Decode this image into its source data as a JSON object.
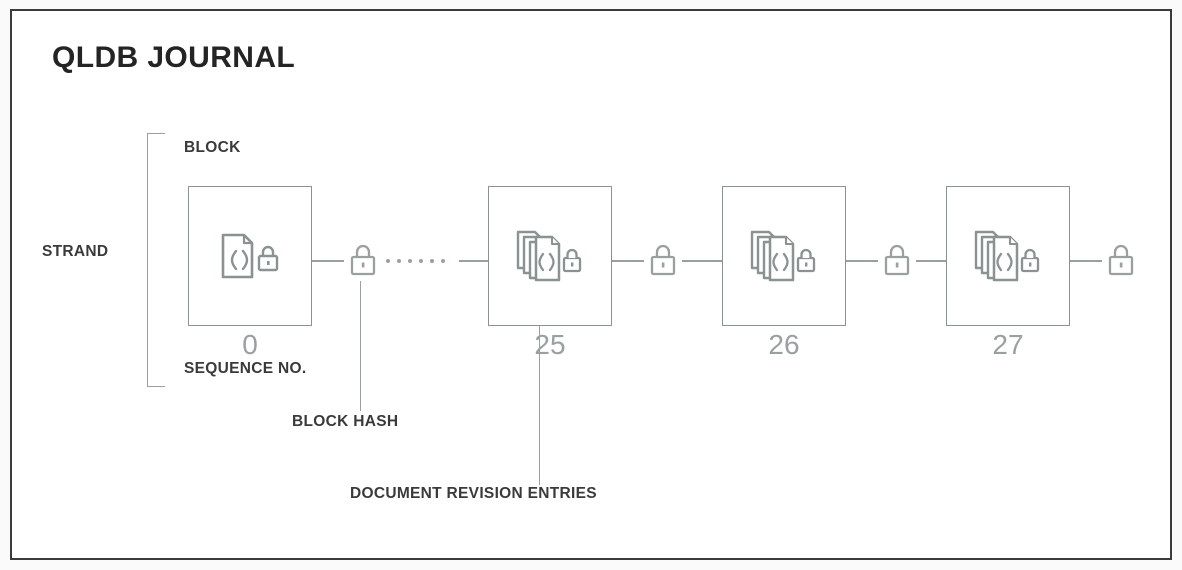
{
  "title": "QLDB JOURNAL",
  "colors": {
    "frame_border": "#3b3b3b",
    "icon_stroke": "#8a9292",
    "line": "#9aa0a0",
    "seq_text": "#9aa0a0",
    "label_text": "#3a3a3a",
    "title_text": "#242424",
    "background": "#ffffff"
  },
  "labels": {
    "strand": "STRAND",
    "block": "BLOCK",
    "sequence_no": "SEQUENCE NO.",
    "block_hash": "BLOCK HASH",
    "document_revision_entries": "DOCUMENT REVISION ENTRIES"
  },
  "diagram": {
    "type": "chain",
    "blocks": [
      {
        "sequence_no": "0",
        "revision_count": 1,
        "icon": "document-lock-icon",
        "has_trailing_lock": true,
        "connector_before": null
      },
      {
        "sequence_no": "25",
        "revision_count": 4,
        "icon": "document-stack-lock-icon",
        "has_trailing_lock": true,
        "connector_before": "dotted"
      },
      {
        "sequence_no": "26",
        "revision_count": 4,
        "icon": "document-stack-lock-icon",
        "has_trailing_lock": true,
        "connector_before": "solid"
      },
      {
        "sequence_no": "27",
        "revision_count": 4,
        "icon": "document-stack-lock-icon",
        "has_trailing_lock": true,
        "connector_before": "solid"
      }
    ],
    "dot_count": 6,
    "icon_names": {
      "block_hash_lock": "padlock-icon",
      "single_document": "document-json-lock-icon",
      "stacked_documents": "document-stack-json-lock-icon"
    }
  }
}
